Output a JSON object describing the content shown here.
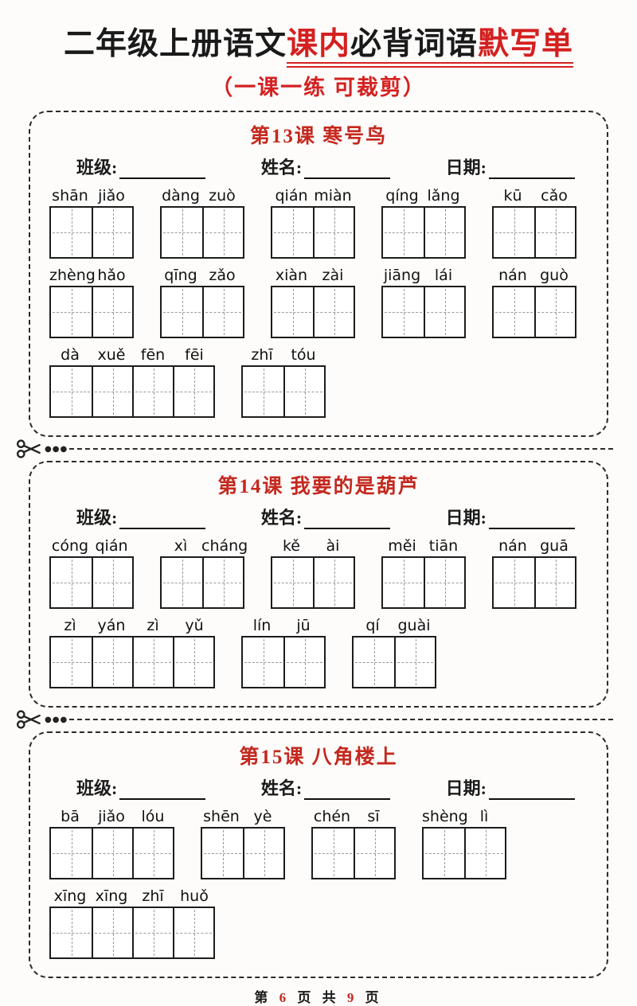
{
  "page_title": {
    "part1": "二年级上册语文",
    "part2": "课内",
    "part3": "必背词语",
    "part4": "默写单"
  },
  "subtitle": "（一课一练  可裁剪）",
  "labels": {
    "class": "班级:",
    "name": "姓名:",
    "date": "日期:"
  },
  "footer": {
    "p1": "第",
    "page": "6",
    "p2": "页 共",
    "total": "9",
    "p3": "页"
  },
  "colors": {
    "accent_red": "#d42020",
    "section_red": "#c4281e",
    "ink": "#1a1a1a",
    "grid_dash": "#9a9a9a"
  },
  "sections": [
    {
      "title": "第13课 寒号鸟",
      "rows": [
        {
          "groups": [
            {
              "pinyin": [
                "shān",
                "jiǎo"
              ]
            },
            {
              "pinyin": [
                "dàng",
                "zuò"
              ]
            },
            {
              "pinyin": [
                "qián",
                "miàn"
              ]
            },
            {
              "pinyin": [
                "qíng",
                "lǎng"
              ]
            },
            {
              "pinyin": [
                "kū",
                "cǎo"
              ]
            }
          ]
        },
        {
          "groups": [
            {
              "pinyin": [
                "zhèng",
                "hǎo"
              ]
            },
            {
              "pinyin": [
                "qīng",
                "zǎo"
              ]
            },
            {
              "pinyin": [
                "xiàn",
                "zài"
              ]
            },
            {
              "pinyin": [
                "jiāng",
                "lái"
              ]
            },
            {
              "pinyin": [
                "nán",
                "guò"
              ]
            }
          ]
        },
        {
          "groups": [
            {
              "pinyin": [
                "dà",
                "xuě",
                "fēn",
                "fēi"
              ]
            },
            {
              "pinyin": [
                "zhī",
                "tóu"
              ]
            }
          ]
        }
      ]
    },
    {
      "title": "第14课  我要的是葫芦",
      "rows": [
        {
          "groups": [
            {
              "pinyin": [
                "cóng",
                "qián"
              ]
            },
            {
              "pinyin": [
                "xì",
                "cháng"
              ]
            },
            {
              "pinyin": [
                "kě",
                "ài"
              ]
            },
            {
              "pinyin": [
                "měi",
                "tiān"
              ]
            },
            {
              "pinyin": [
                "nán",
                "guā"
              ]
            }
          ]
        },
        {
          "groups": [
            {
              "pinyin": [
                "zì",
                "yán",
                "zì",
                "yǔ"
              ]
            },
            {
              "pinyin": [
                "lín",
                "jū"
              ]
            },
            {
              "pinyin": [
                "qí",
                "guài"
              ]
            }
          ]
        }
      ]
    },
    {
      "title": "第15课  八角楼上",
      "rows": [
        {
          "groups": [
            {
              "pinyin": [
                "bā",
                "jiǎo",
                "lóu"
              ]
            },
            {
              "pinyin": [
                "shēn",
                "yè"
              ]
            },
            {
              "pinyin": [
                "chén",
                "sī"
              ]
            },
            {
              "pinyin": [
                "shèng",
                "lì"
              ]
            }
          ]
        },
        {
          "groups": [
            {
              "pinyin": [
                "xīng",
                "xīng",
                "zhī",
                "huǒ"
              ]
            }
          ]
        }
      ]
    }
  ]
}
